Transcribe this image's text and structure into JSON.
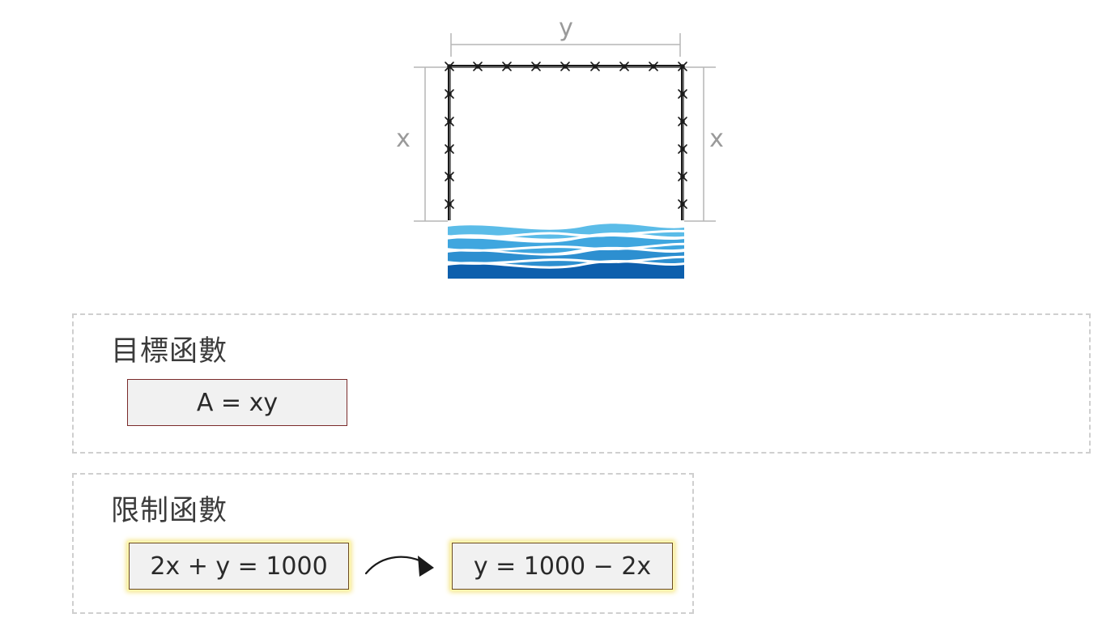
{
  "diagram": {
    "top_label": "y",
    "left_label": "x",
    "right_label": "x",
    "colors": {
      "fence": "#1a1a1a",
      "dimension_line": "#b5b5b5",
      "water_light": "#5bbce8",
      "water_mid": "#2d8fd0",
      "water_dark": "#0d5fad"
    }
  },
  "objective": {
    "title": "目標函數",
    "formula": "A = xy"
  },
  "constraint": {
    "title": "限制函數",
    "formula": "2x + y = 1000",
    "solved": "y = 1000 − 2x"
  }
}
